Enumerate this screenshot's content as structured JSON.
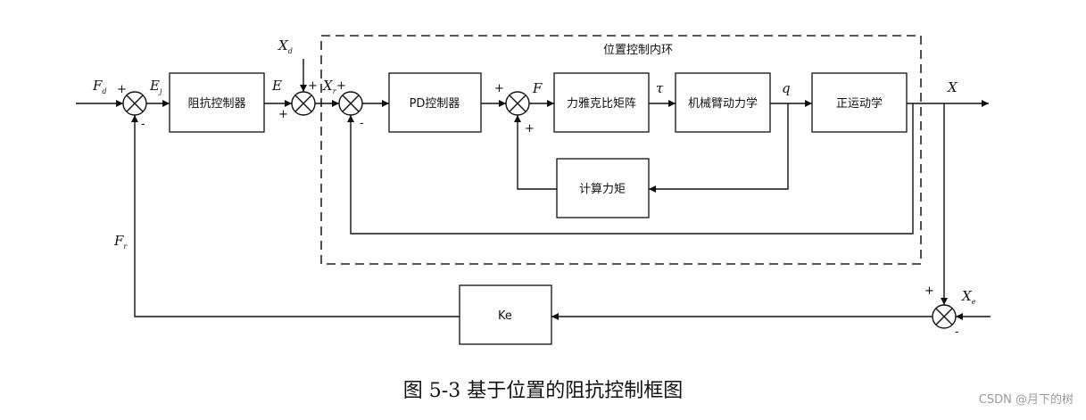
{
  "loop_label": "位置控制内环",
  "blocks": {
    "impedance_controller": "阻抗控制器",
    "pd_controller": "PD控制器",
    "jacobian": "力雅克比矩阵",
    "arm_dynamics": "机械臂动力学",
    "forward_kinematics": "正运动学",
    "computed_torque": "计算力矩",
    "ke": "Ke"
  },
  "signals": {
    "Fd": {
      "main": "F",
      "sub": "d"
    },
    "Ej": {
      "main": "E",
      "sub": "j"
    },
    "E": {
      "main": "E",
      "sub": ""
    },
    "Xd": {
      "main": "X",
      "sub": "d"
    },
    "Xr": {
      "main": "X",
      "sub": "r"
    },
    "F": {
      "main": "F",
      "sub": ""
    },
    "tau": {
      "main": "τ",
      "sub": ""
    },
    "q": {
      "main": "q",
      "sub": ""
    },
    "X": {
      "main": "X",
      "sub": ""
    },
    "Xe": {
      "main": "X",
      "sub": "e"
    },
    "Fr": {
      "main": "F",
      "sub": "r"
    }
  },
  "caption": "图 5-3 基于位置的阻抗控制框图",
  "watermark": "CSDN @月下的树"
}
